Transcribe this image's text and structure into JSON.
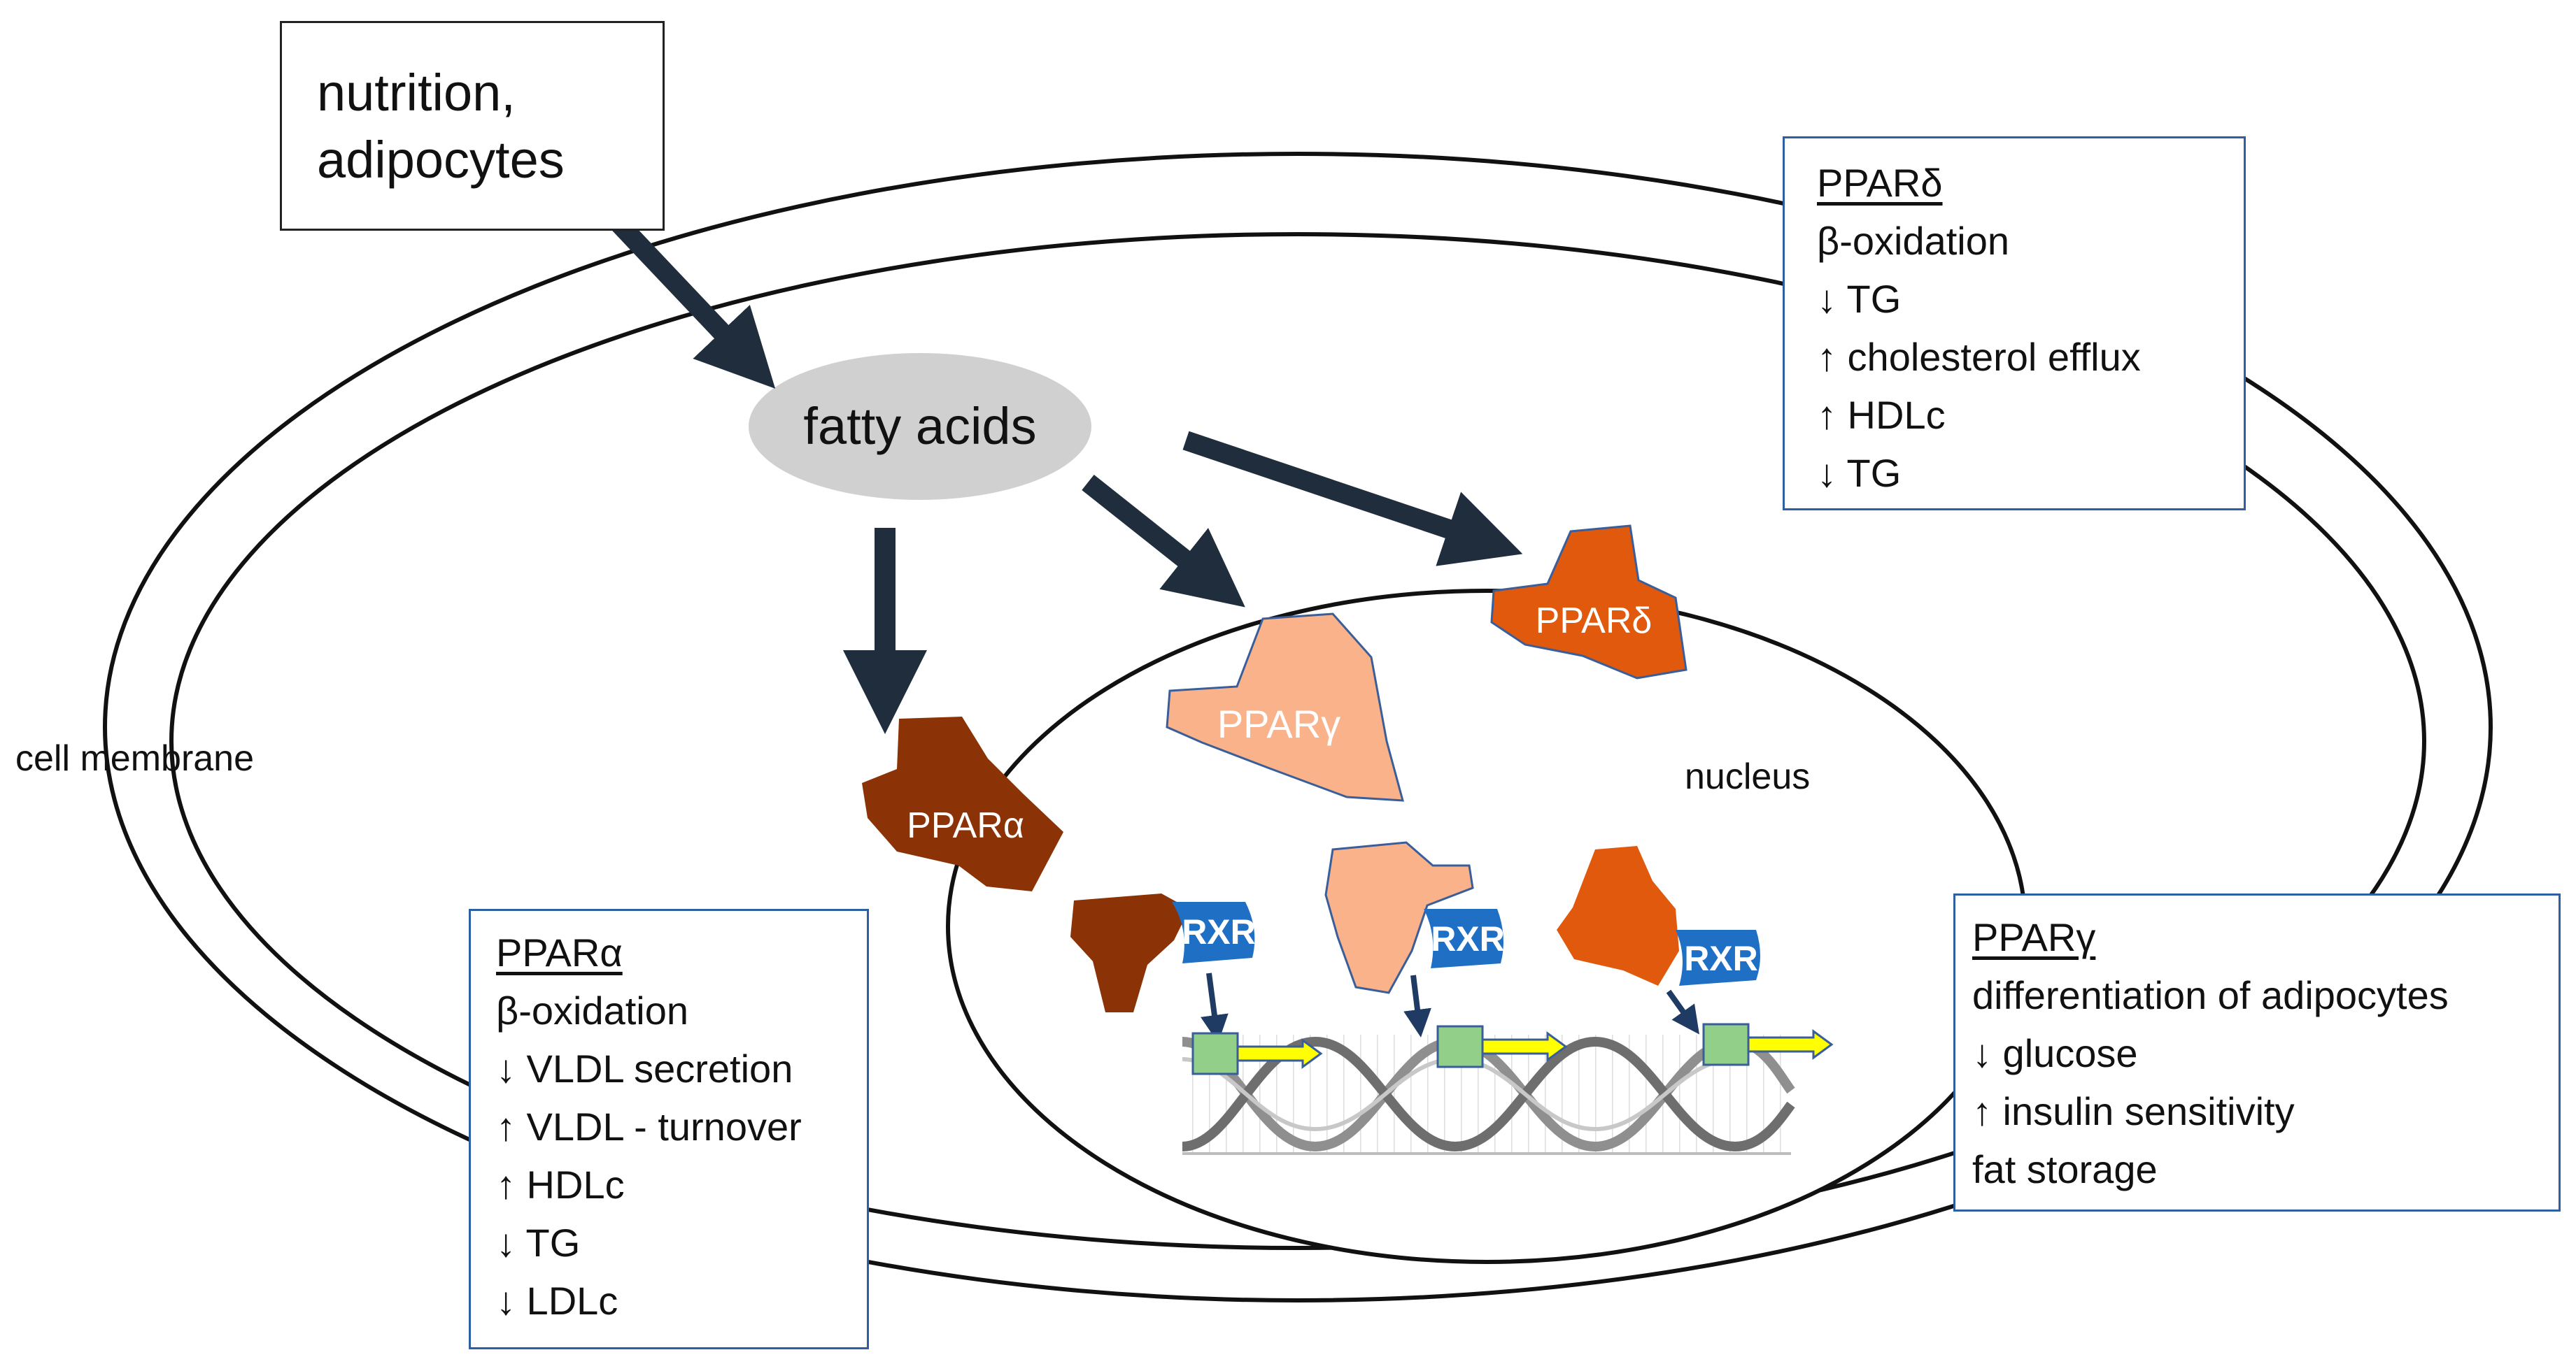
{
  "source": {
    "line1": "nutrition,",
    "line2": "adipocytes"
  },
  "fatty_acids": "fatty acids",
  "labels": {
    "cell_membrane": "cell membrane",
    "nucleus": "nucleus"
  },
  "receptors": {
    "alpha": "PPARα",
    "gamma": "PPARγ",
    "delta": "PPARδ",
    "rxr": "RXR"
  },
  "effects": {
    "delta": {
      "heading": "PPARδ",
      "items": [
        "β-oxidation",
        "↓ TG",
        "↑ cholesterol efflux",
        "↑ HDLc",
        "↓ TG"
      ]
    },
    "alpha": {
      "heading": "PPARα",
      "items": [
        "β-oxidation",
        "↓ VLDL secretion",
        "↑ VLDL - turnover",
        "↑ HDLc",
        "↓ TG",
        "↓ LDLc"
      ]
    },
    "gamma": {
      "heading": "PPARγ",
      "items": [
        "differentiation of adipocytes",
        "↓ glucose",
        "↑ insulin sensitivity",
        "fat storage"
      ]
    }
  },
  "colors": {
    "ppar_alpha": "#8b3306",
    "ppar_gamma": "#f9b28a",
    "ppar_delta": "#e0590d",
    "rxr": "#1f6fc4",
    "arrow": "#1f2d3d",
    "fatty_acids_fill": "#d0d0d0",
    "gene_box": "#92d08a",
    "gene_arrow": "#ffff00",
    "box_border": "#2e5fa3"
  }
}
